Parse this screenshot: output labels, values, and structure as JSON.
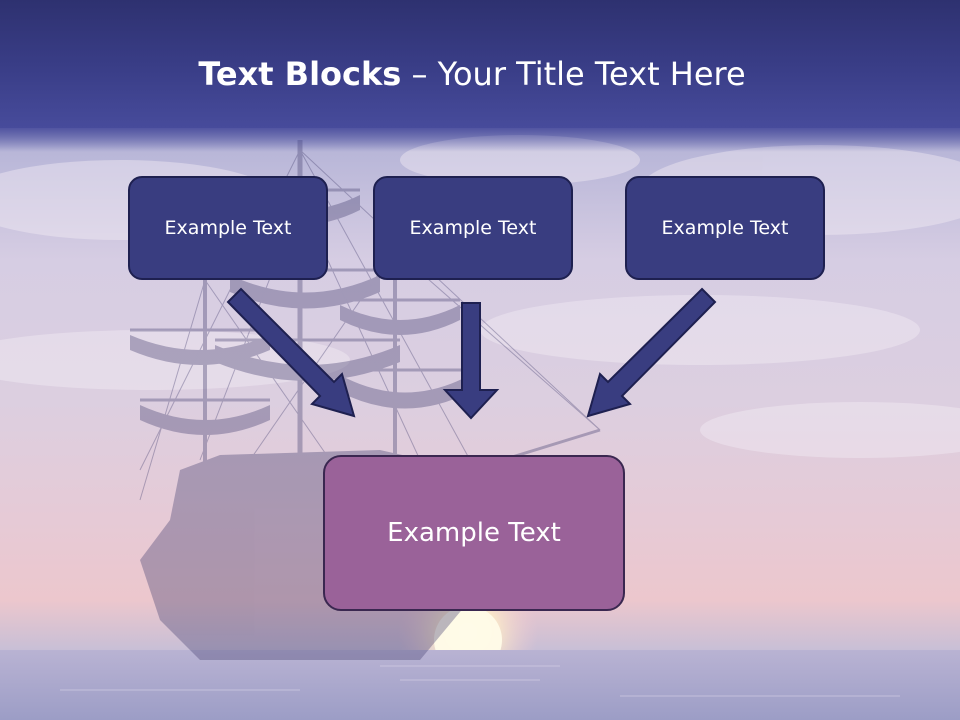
{
  "slide": {
    "title_bold": "Text Blocks",
    "title_rest": " – Your Title Text Here"
  },
  "boxes": {
    "top": [
      {
        "label": "Example Text"
      },
      {
        "label": "Example Text"
      },
      {
        "label": "Example Text"
      }
    ],
    "bottom": {
      "label": "Example Text"
    }
  },
  "colors": {
    "title_band": "#3a3e88",
    "top_box_fill": "#393d80",
    "bottom_box_fill": "#9a6299",
    "arrow_fill": "#393d80",
    "outline": "#1e2050"
  },
  "background": {
    "subject": "sailing-ship-silhouette-at-sunset"
  }
}
